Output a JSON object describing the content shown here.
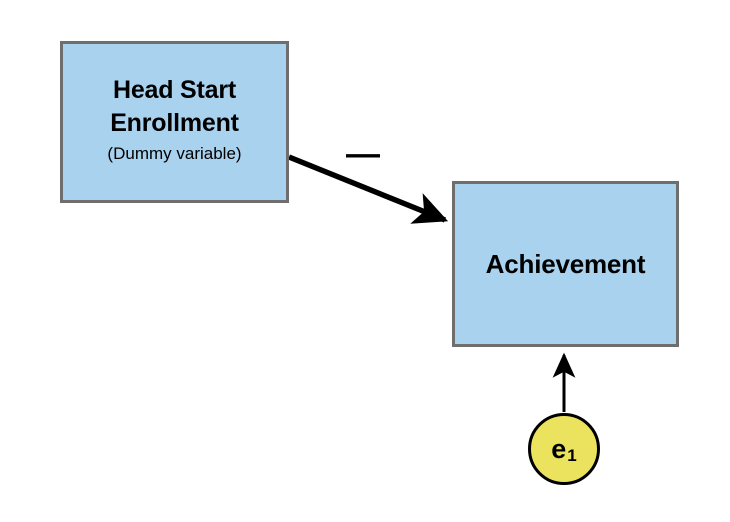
{
  "diagram": {
    "title": "Head Start Enrollment to Achievement path diagram",
    "background_color": "#ffffff",
    "nodes": [
      {
        "id": "head-start",
        "kind": "observed-variable-box",
        "title_line_1": "Head Start",
        "title_line_2": "Enrollment",
        "subtitle": "(Dummy variable)",
        "fill_color": "#a9d2ef",
        "border_color": "#6e6e6e"
      },
      {
        "id": "achievement",
        "kind": "observed-variable-box",
        "title": "Achievement",
        "fill_color": "#a9d2ef",
        "border_color": "#6e6e6e"
      },
      {
        "id": "e1",
        "kind": "error-term-circle",
        "label": "e",
        "subscript": "1",
        "fill_color": "#ebe35e",
        "border_color": "#000000"
      }
    ],
    "edges": [
      {
        "id": "head-start-to-achievement",
        "from": "head-start",
        "to": "achievement",
        "sign_label": "—",
        "sign_meaning": "negative",
        "color": "#000000"
      },
      {
        "id": "e1-to-achievement",
        "from": "e1",
        "to": "achievement",
        "sign_label": "",
        "color": "#000000"
      }
    ]
  }
}
